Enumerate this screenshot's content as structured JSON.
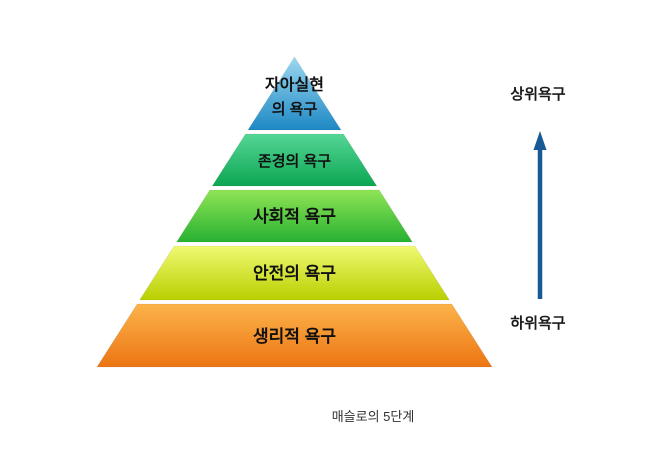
{
  "diagram": {
    "caption": "매슬로의 5단계",
    "pyramid": {
      "levels": [
        {
          "label_line1": "자아실현",
          "label_line2": "의 욕구",
          "color_top": "#9bd8f0",
          "color_bottom": "#1e88c4",
          "text_color_line1": "#111111",
          "text_color_line2": "#0e3d73"
        },
        {
          "label": "존경의 욕구",
          "color_top": "#55d695",
          "color_bottom": "#0ca653",
          "text_color": "#111111"
        },
        {
          "label": "사회적 욕구",
          "color_top": "#90e455",
          "color_bottom": "#27b132",
          "text_color": "#111111"
        },
        {
          "label": "안전의 욕구",
          "color_top": "#f0fa72",
          "color_bottom": "#b9cf00",
          "text_color": "#111111"
        },
        {
          "label": "생리적 욕구",
          "color_top": "#fcb34a",
          "color_bottom": "#ec7513",
          "text_color": "#111111"
        }
      ]
    },
    "scale": {
      "top_label": "상위욕구",
      "bottom_label": "하위욕구",
      "arrow_color": "#175a96"
    }
  }
}
